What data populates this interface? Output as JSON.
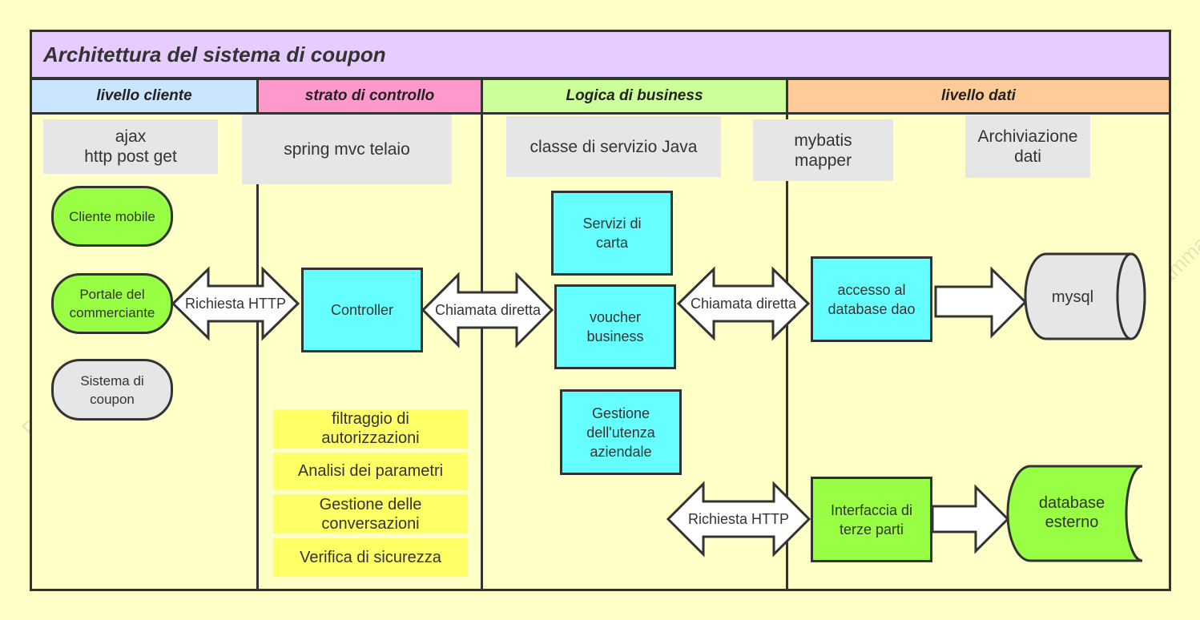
{
  "title": "Architettura del sistema di coupon",
  "lanes": [
    {
      "label": "livello cliente",
      "color": "#cce5ff"
    },
    {
      "label": "strato di controllo",
      "color": "#ff99cc"
    },
    {
      "label": "Logica di business",
      "color": "#ccff99"
    },
    {
      "label": "livello dati",
      "color": "#ffcc99"
    }
  ],
  "notes": {
    "ajax": "ajax\nhttp post get",
    "spring": "spring mvc telaio",
    "java_service": "classe di servizio Java",
    "mybatis": "mybatis\nmapper",
    "archiviazione": "Archiviazione\ndati"
  },
  "clients": {
    "mobile": "Cliente mobile",
    "merchant": "Portale del\ncommerciante",
    "coupon": "Sistema di\ncoupon"
  },
  "control": {
    "controller": "Controller",
    "features": [
      "filtraggio di\nautorizzazioni",
      "Analisi dei parametri",
      "Gestione delle\nconversazioni",
      "Verifica di sicurezza"
    ]
  },
  "business": {
    "card": "Servizi di\ncarta",
    "voucher": "voucher\nbusiness",
    "users": "Gestione\ndell'utenza\naziendale"
  },
  "data": {
    "dao": "accesso al\ndatabase dao",
    "mysql": "mysql",
    "third_party": "Interfaccia di\nterze parti",
    "external_db": "database\nesterno"
  },
  "arrows": {
    "http1": "Richiesta HTTP",
    "direct1": "Chiamata diretta",
    "direct2": "Chiamata diretta",
    "http2": "Richiesta HTTP"
  },
  "watermark": "ProcessOn.io Diagramma di flusso gratuito"
}
